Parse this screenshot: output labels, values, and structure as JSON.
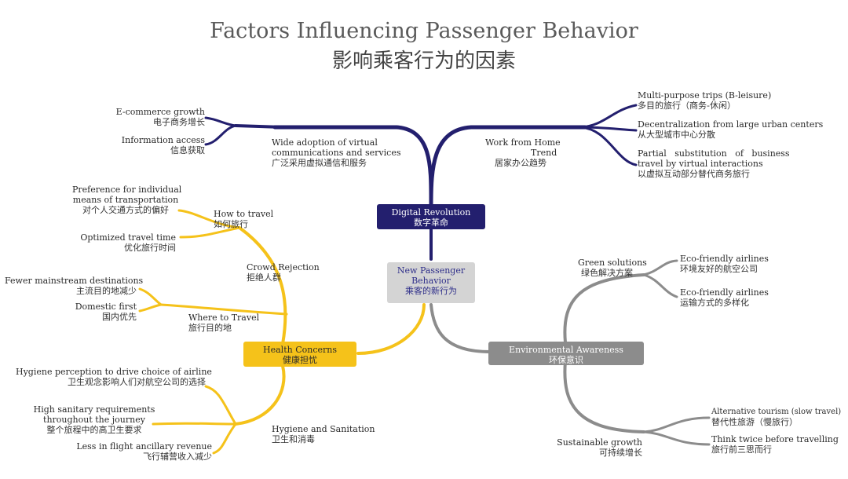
{
  "title": {
    "en": "Factors Influencing Passenger Behavior",
    "cn": "影响乘客行为的因素"
  },
  "colors": {
    "digital": "#231f6e",
    "health": "#f5c21a",
    "environment": "#8c8c8c",
    "center_fill": "#d4d4d4",
    "center_text": "#2f2f8a"
  },
  "center": {
    "en1": "New Passenger",
    "en2": "Behavior",
    "cn": "乘客的新行为"
  },
  "digital": {
    "label_en": "Digital Revolution",
    "label_cn": "数字革命",
    "virtual": {
      "en1": "Wide adoption of virtual",
      "en2": "communications and services",
      "cn": "广泛采用虚拟通信和服务"
    },
    "ecommerce": {
      "en": "E-commerce growth",
      "cn": "电子商务增长"
    },
    "info": {
      "en": "Information access",
      "cn": "信息获取"
    },
    "wfh": {
      "en1": "Work from Home",
      "en2": "Trend",
      "cn": "居家办公趋势"
    },
    "multi": {
      "en": "Multi-purpose trips (B-leisure)",
      "cn": "多目的旅行（商务-休闲）"
    },
    "decentral": {
      "en": "Decentralization from large urban centers",
      "cn": "从大型城市中心分散"
    },
    "partial": {
      "en1": "Partial   substitution   of   business",
      "en2": "travel by virtual interactions",
      "cn": "以虚拟互动部分替代商务旅行"
    }
  },
  "health": {
    "label_en": "Health Concerns",
    "label_cn": "健康担忧",
    "crowd": {
      "en": "Crowd Rejection",
      "cn": "拒绝人群"
    },
    "how": {
      "en": "How to travel",
      "cn": "如何旅行"
    },
    "pref": {
      "en1": "Preference for individual",
      "en2": "means of transportation",
      "cn": "对个人交通方式的偏好"
    },
    "optimized": {
      "en": "Optimized travel time",
      "cn": "优化旅行时间"
    },
    "where": {
      "en": "Where to Travel",
      "cn": "旅行目的地"
    },
    "fewer": {
      "en": "Fewer mainstream destinations",
      "cn": "主流目的地减少"
    },
    "domestic": {
      "en": "Domestic first",
      "cn": "国内优先"
    },
    "hygiene": {
      "en": "Hygiene and Sanitation",
      "cn": "卫生和消毒"
    },
    "perception": {
      "en": "Hygiene perception to drive choice of airline",
      "cn": "卫生观念影响人们对航空公司的选择"
    },
    "sanitary": {
      "en1": "High sanitary requirements",
      "en2": "throughout the journey",
      "cn": "整个旅程中的高卫生要求"
    },
    "ancillary": {
      "en": "Less in flight ancillary revenue",
      "cn": "飞行辅营收入减少"
    }
  },
  "environment": {
    "label_en": "Environmental Awareness",
    "label_cn": "环保意识",
    "green": {
      "en": "Green solutions",
      "cn": "绿色解决方案"
    },
    "eco1": {
      "en": "Eco-friendly airlines",
      "cn": "环境友好的航空公司"
    },
    "eco2": {
      "en": "Eco-friendly airlines",
      "cn": "运输方式的多样化"
    },
    "sustainable": {
      "en": "Sustainable growth",
      "cn": "可持续增长"
    },
    "alt": {
      "en": "Alternative tourism (slow travel)",
      "cn": "替代性旅游（慢旅行）"
    },
    "think": {
      "en": "Think twice before travelling",
      "cn": "旅行前三思而行"
    }
  }
}
